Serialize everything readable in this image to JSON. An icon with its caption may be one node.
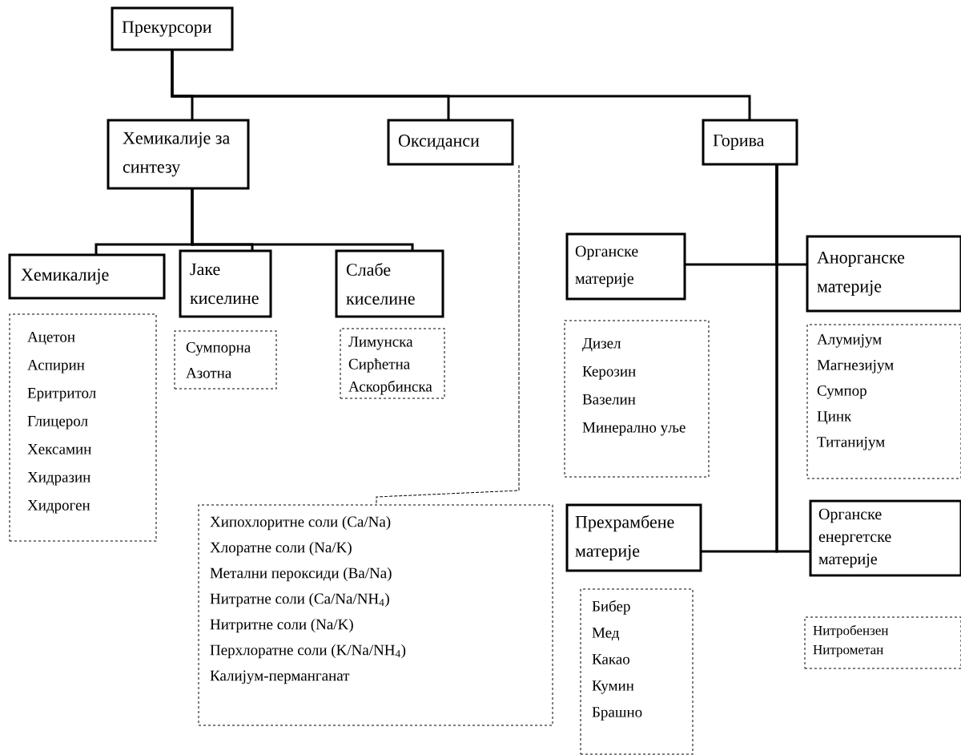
{
  "diagram": {
    "nodes": [
      {
        "text": [
          "Прекурсори"
        ]
      },
      {
        "text": [
          "Хемикалије за синтезу"
        ]
      },
      {
        "text": [
          "Оксиданси"
        ]
      },
      {
        "text": [
          "Горива"
        ]
      },
      {
        "text": [
          "Хемикалије"
        ]
      },
      {
        "text": [
          "Јаке киселине"
        ]
      },
      {
        "text": [
          "Слабе киселине"
        ]
      },
      {
        "text": [
          "Ацетон",
          "Аспирин",
          "Еритритол",
          "Глицерол",
          "Хексамин",
          "Хидразин",
          "Хидроген"
        ]
      },
      {
        "text": [
          "Сумпорна",
          "Азотна"
        ]
      },
      {
        "text": [
          "Лимунска",
          "Сирћетна",
          "Аскорбинска"
        ]
      },
      {
        "text": [
          "Хипохлоритне соли (Ca/Na)",
          "Хлоратне соли (Na/K)",
          "Метални пероксиди (Ba/Na)",
          "Нитратне соли (Ca/Na/NH$_{4}$)",
          "Нитритне соли (Na/K)",
          "Перхлоратне соли (K/Na/NH$_{4}$)",
          "Калијум-перманганат"
        ]
      },
      {
        "text": [
          "Органске материје"
        ]
      },
      {
        "text": [
          "Анорганске материје"
        ]
      },
      {
        "text": [
          "Дизел",
          "Керозин",
          "Вазелин",
          "Минерално уље"
        ]
      },
      {
        "text": [
          "Алумијум",
          "Магнезијум",
          "Сумпор",
          "Цинк",
          "Титанијум"
        ]
      },
      {
        "text": [
          "Прехрамбене материје"
        ]
      },
      {
        "text": [
          "Органске енергетске материје"
        ]
      },
      {
        "text": [
          "Бибер",
          "Мед",
          "Какао",
          "Кумин",
          "Брашно"
        ]
      },
      {
        "text": [
          "Нитробензен",
          "Нитрометан"
        ]
      }
    ],
    "edges": [
      {
        "from": 0,
        "to": 1,
        "arrow": "none"
      },
      {
        "from": 0,
        "to": 2,
        "arrow": "none"
      },
      {
        "from": 0,
        "to": 3,
        "arrow": "none"
      },
      {
        "from": 1,
        "to": 4,
        "arrow": "none"
      },
      {
        "from": 1,
        "to": 5,
        "arrow": "none"
      },
      {
        "from": 1,
        "to": 6,
        "arrow": "none"
      },
      {
        "from": 2,
        "to": 10,
        "arrow": "none",
        "style": "dashed"
      },
      {
        "from": 3,
        "to": 11,
        "arrow": "none"
      },
      {
        "from": 3,
        "to": 12,
        "arrow": "none"
      },
      {
        "from": 3,
        "to": 15,
        "arrow": "none"
      },
      {
        "from": 3,
        "to": 16,
        "arrow": "none"
      }
    ]
  }
}
